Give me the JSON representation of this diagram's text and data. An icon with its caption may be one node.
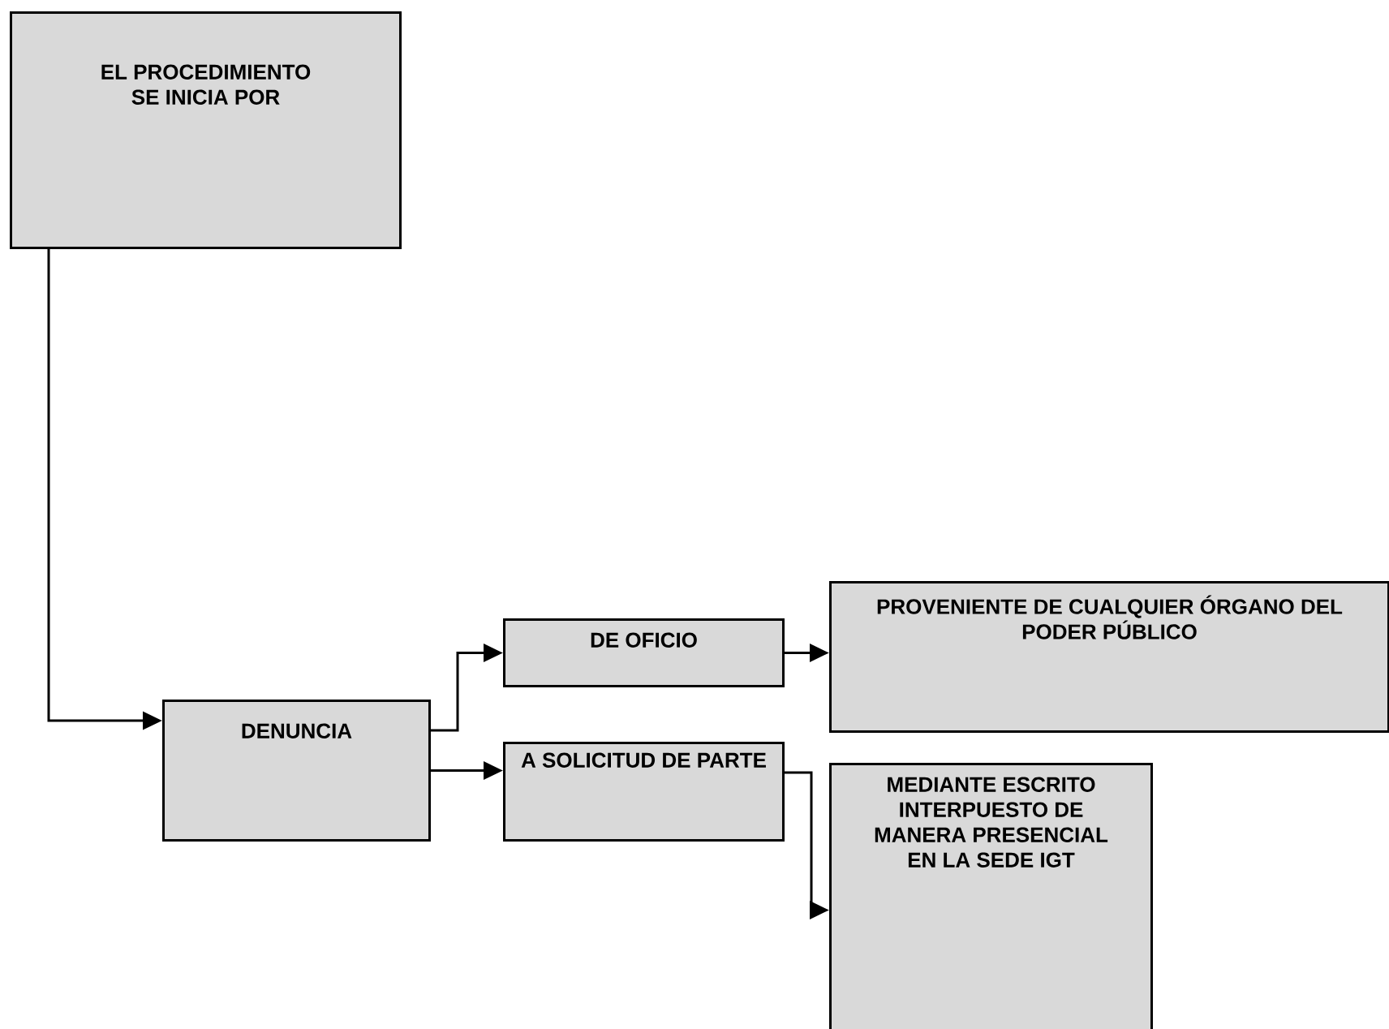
{
  "diagram": {
    "nodes": [
      {
        "text": [
          "EL PROCEDIMIENTO SE INICIA POR"
        ]
      },
      {
        "text": [
          "DENUNCIA"
        ]
      },
      {
        "text": [
          "DE OFICIO"
        ]
      },
      {
        "text": [
          "A SOLICITUD DE PARTE"
        ]
      },
      {
        "text": [
          "PROVENIENTE DE CUALQUIER ÓRGANO DEL PODER PÚBLICO"
        ]
      },
      {
        "text": [
          "MEDIANTE ESCRITO INTERPUESTO DE MANERA PRESENCIAL EN LA SEDE IGT"
        ]
      }
    ],
    "edges": [
      {
        "from": 0,
        "to": 1,
        "arrow": "to"
      },
      {
        "from": 1,
        "to": 2,
        "arrow": "to"
      },
      {
        "from": 1,
        "to": 3,
        "arrow": "to"
      },
      {
        "from": 2,
        "to": 4,
        "arrow": "to"
      },
      {
        "from": 3,
        "to": 5,
        "arrow": "to"
      }
    ]
  }
}
